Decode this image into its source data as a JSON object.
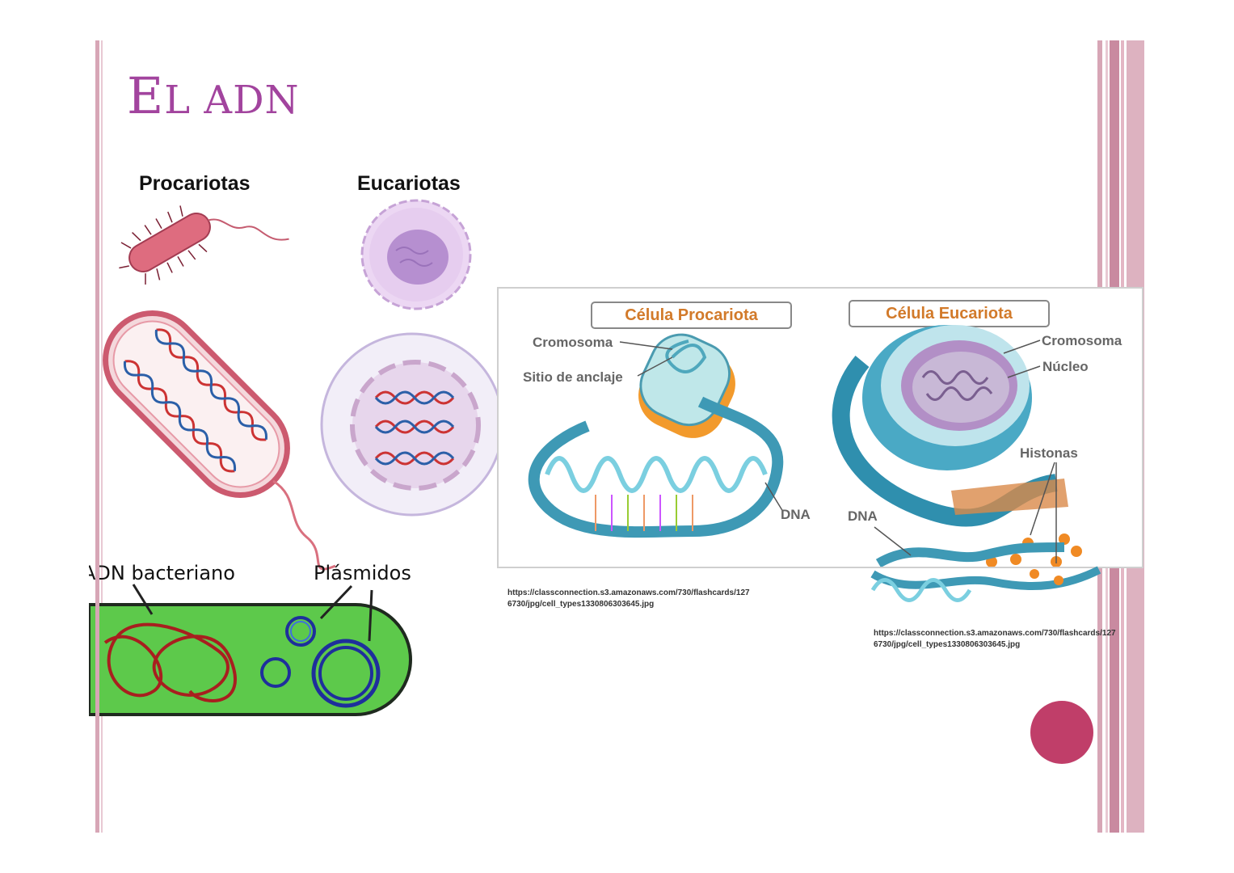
{
  "slide": {
    "title_first": "E",
    "title_rest": "L ADN"
  },
  "left_figure": {
    "label_prokaryotes": "Procariotas",
    "label_eukaryotes": "Eucariotas",
    "label_bacterial_dna": "ADN bacteriano",
    "label_plasmids": "Plásmidos"
  },
  "right_figure": {
    "box_prokaryote": "Célula Procariota",
    "box_eukaryote": "Célula  Eucariota",
    "label_chromosome_left": "Cromosoma",
    "label_anchor_site": "Sitio de anclaje",
    "label_dna_left": "DNA",
    "label_chromosome_right": "Cromosoma",
    "label_nucleus": "Núcleo",
    "label_histones": "Histonas",
    "label_dna_right": "DNA",
    "caption_1": "https://classconnection.s3.amazonaws.com/730/flashcards/127\n6730/jpg/cell_types1330806303645.jpg",
    "caption_2": "https://classconnection.s3.amazonaws.com/730/flashcards/127\n6730/jpg/cell_types1330806303645.jpg"
  },
  "colors": {
    "title": "#a2449e",
    "accent_circle": "#c03e69",
    "stripe": "#d7a6b6"
  }
}
